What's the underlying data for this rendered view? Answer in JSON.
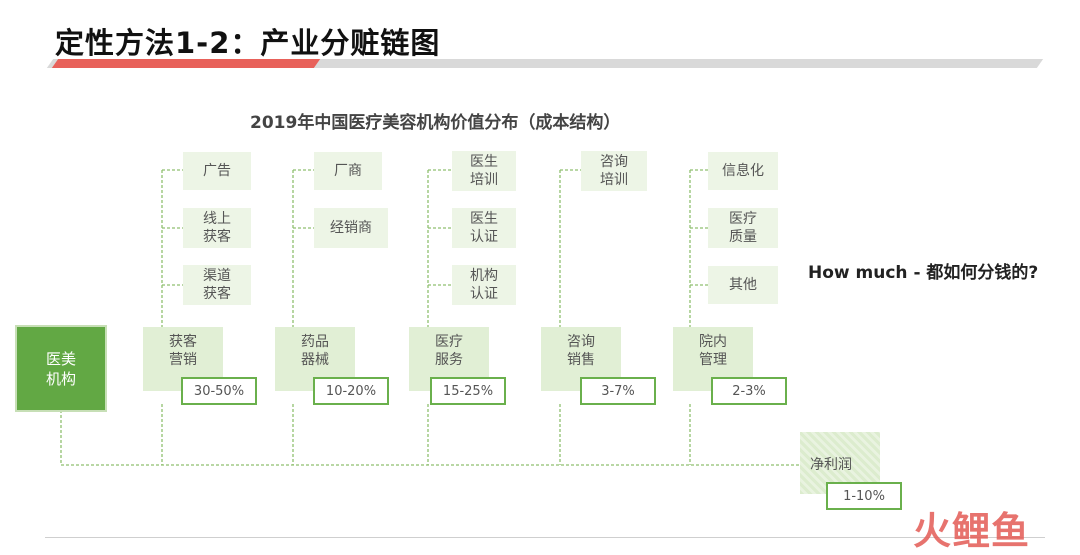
{
  "title": "定性方法1-2：产业分赃链图",
  "chart_title": "2019年中国医疗美容机构价值分布（成本结构）",
  "question": "How much - 都如何分钱的?",
  "root": "医美\n机构",
  "columns": [
    {
      "label": "获客\n营销",
      "percent": "30-50%",
      "items": [
        "广告",
        "线上\n获客",
        "渠道\n获客"
      ]
    },
    {
      "label": "药品\n器械",
      "percent": "10-20%",
      "items": [
        "厂商",
        "经销商"
      ]
    },
    {
      "label": "医疗\n服务",
      "percent": "15-25%",
      "items": [
        "医生\n培训",
        "医生\n认证",
        "机构\n认证"
      ]
    },
    {
      "label": "咨询\n销售",
      "percent": "3-7%",
      "items": [
        "咨询\n培训"
      ]
    },
    {
      "label": "院内\n管理",
      "percent": "2-3%",
      "items": [
        "信息化",
        "医疗\n质量",
        "其他"
      ]
    }
  ],
  "net_profit": {
    "label": "净利润",
    "percent": "1-10%"
  },
  "watermark": "火鲤鱼",
  "colors": {
    "accent_green": "#62a844",
    "title_red": "#e8615a"
  }
}
